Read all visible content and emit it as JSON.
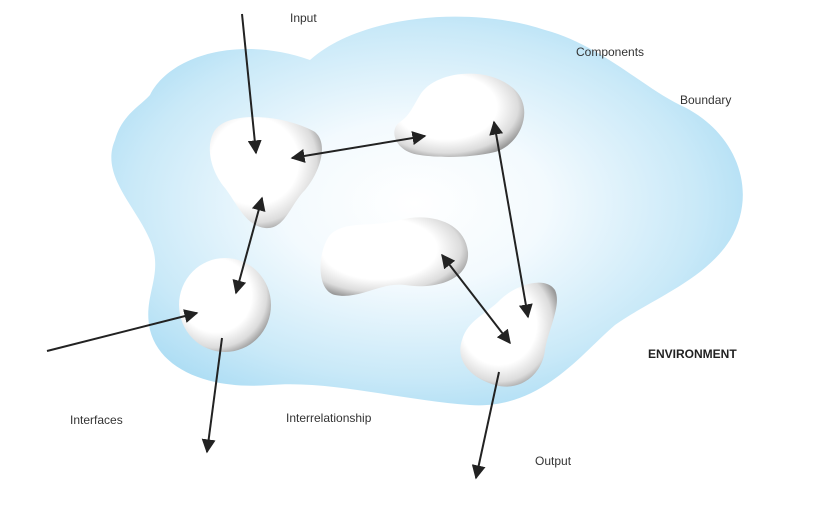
{
  "labels": {
    "input": "Input",
    "components": "Components",
    "boundary": "Boundary",
    "environment": "ENVIRONMENT",
    "interfaces": "Interfaces",
    "interrelationship": "Interrelationship",
    "output": "Output"
  },
  "colors": {
    "system_fill": "#a9dcf4",
    "system_center": "#f4fbfe",
    "component_fill": "#ffffff",
    "component_shadow": "#8e8e8e",
    "arrow": "#222222"
  }
}
